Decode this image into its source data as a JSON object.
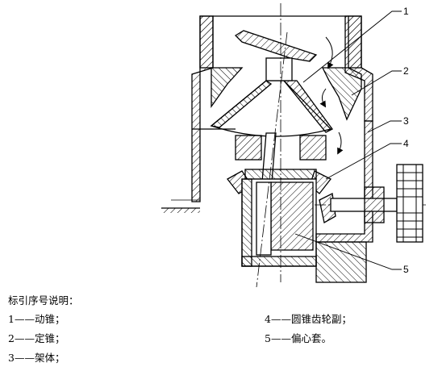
{
  "callouts": [
    "1",
    "2",
    "3",
    "4",
    "5"
  ],
  "legend": {
    "title": "标引序号说明：",
    "items": [
      {
        "num": "1",
        "dash": "——",
        "text": "动锥；"
      },
      {
        "num": "2",
        "dash": "——",
        "text": "定锥；"
      },
      {
        "num": "3",
        "dash": "——",
        "text": "架体；"
      },
      {
        "num": "4",
        "dash": "——",
        "text": "圆锥齿轮副；"
      },
      {
        "num": "5",
        "dash": "——",
        "text": "偏心套。"
      }
    ]
  },
  "colors": {
    "line": "#000000",
    "background": "#ffffff"
  }
}
